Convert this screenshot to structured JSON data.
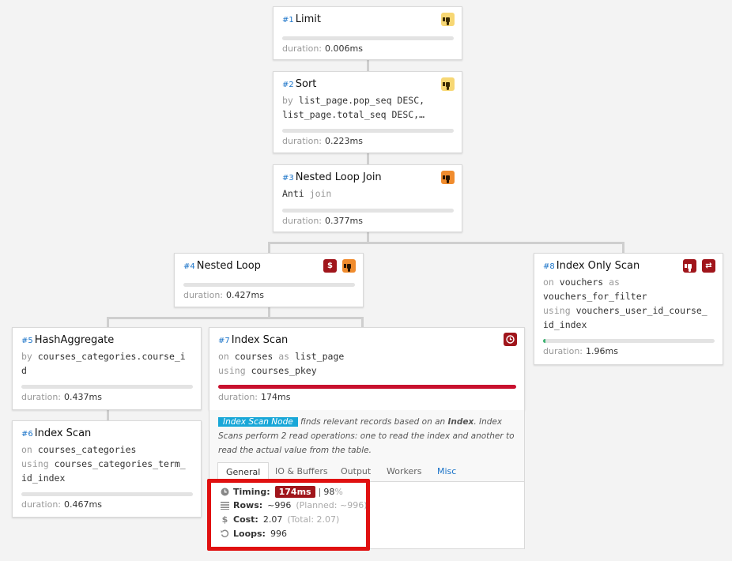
{
  "nodes": [
    {
      "num": "#1",
      "title": "Limit",
      "duration_label": "duration:",
      "duration": "0.006ms",
      "progress": 0
    },
    {
      "num": "#2",
      "title": "Sort",
      "detail_kw1": "by",
      "detail_line1": "list_page.pop_seq DESC,",
      "detail_line2": "list_page.total_seq DESC,…",
      "duration_label": "duration:",
      "duration": "0.223ms",
      "progress": 0
    },
    {
      "num": "#3",
      "title": "Nested Loop Join",
      "detail_val": "Anti",
      "detail_kw": "join",
      "duration_label": "duration:",
      "duration": "0.377ms",
      "progress": 0
    },
    {
      "num": "#4",
      "title": "Nested Loop",
      "duration_label": "duration:",
      "duration": "0.427ms",
      "progress": 0
    },
    {
      "num": "#5",
      "title": "HashAggregate",
      "detail_kw1": "by",
      "detail_line1": "courses_categories.course_i",
      "detail_line2": "d",
      "duration_label": "duration:",
      "duration": "0.437ms",
      "progress": 0
    },
    {
      "num": "#6",
      "title": "Index Scan",
      "detail_kw1": "on",
      "detail_line1": "courses_categories",
      "detail_kw2": "using",
      "detail_line2": "courses_categories_term_",
      "detail_line3": "id_index",
      "duration_label": "duration:",
      "duration": "0.467ms",
      "progress": 0
    },
    {
      "num": "#7",
      "title": "Index Scan",
      "detail_kw1": "on",
      "detail_val1": "courses",
      "detail_kw_as": "as",
      "detail_alias": "list_page",
      "detail_kw2": "using",
      "detail_line2": "courses_pkey",
      "duration_label": "duration:",
      "duration": "174ms",
      "progress": 1.0
    },
    {
      "num": "#8",
      "title": "Index Only Scan",
      "detail_kw1": "on",
      "detail_val1": "vouchers",
      "detail_kw_as": "as",
      "detail_line2": "vouchers_for_filter",
      "detail_kw2": "using",
      "detail_line3": "vouchers_user_id_course_",
      "detail_line4": "id_index",
      "duration_label": "duration:",
      "duration": "1.96ms",
      "progress": 0.01
    }
  ],
  "icons": {
    "thumbs_down": "thumbs-down-icon",
    "dollar": "$",
    "clock": "clock-icon",
    "exchange": "⇄"
  },
  "colors": {
    "accent_red": "#c8102e",
    "badge_red": "#a0151b",
    "info_blue": "#19a7d8",
    "link_blue": "#1a73c8",
    "progress_green": "#3cb371",
    "highlight": "#e01010"
  },
  "description": {
    "badge": "Index Scan Node",
    "text1": " finds relevant records based on an ",
    "strong": "Index",
    "text2": ". Index Scans perform 2 read operations: one to read the index and another to read the actual value from the table."
  },
  "tabs": [
    "General",
    "IO & Buffers",
    "Output",
    "Workers",
    "Misc"
  ],
  "general": {
    "timing_label": "Timing:",
    "timing_value": "174ms",
    "timing_sep": "|",
    "timing_pct": "98",
    "timing_pct_sym": "%",
    "rows_label": "Rows:",
    "rows_value": "~996",
    "rows_planned": "(Planned: ~996)",
    "cost_label": "Cost:",
    "cost_value": "2.07",
    "cost_total": "(Total: 2.07)",
    "loops_label": "Loops:",
    "loops_value": "996"
  }
}
